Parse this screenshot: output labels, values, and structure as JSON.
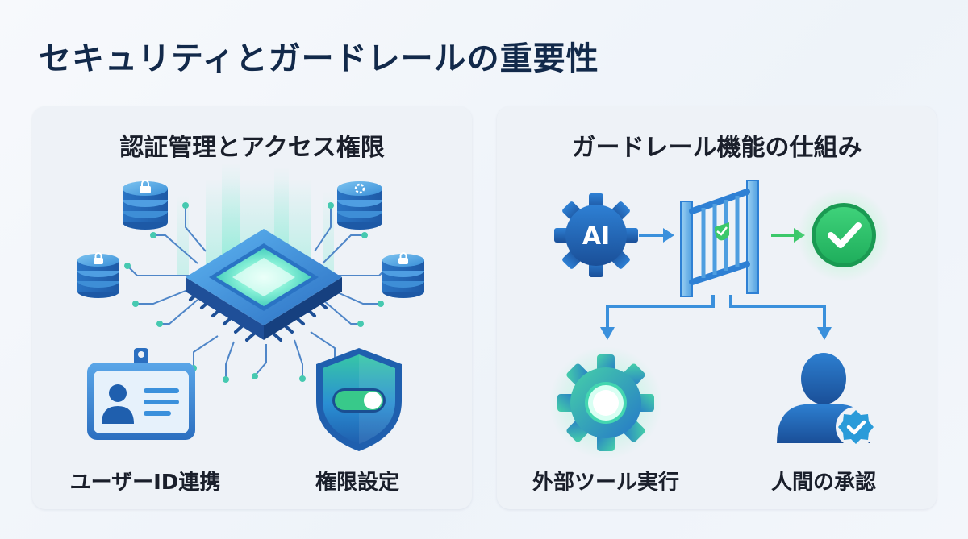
{
  "title": "セキュリティとガードレールの重要性",
  "left_panel": {
    "title": "認証管理とアクセス権限",
    "labels": {
      "user_id": "ユーザーID連携",
      "permission": "権限設定"
    }
  },
  "right_panel": {
    "title": "ガードレール機能の仕組み",
    "ai_label": "AI",
    "labels": {
      "external_tool": "外部ツール実行",
      "human_approval": "人間の承認"
    }
  },
  "colors": {
    "title": "#12294a",
    "blue_dark": "#1d5fae",
    "blue_mid": "#2f86d9",
    "teal": "#2bc4b4",
    "green": "#3cc86a",
    "green_light": "#7fe3a2"
  },
  "icons": [
    "database-lock-icon",
    "database-gear-icon",
    "cpu-chip-icon",
    "id-card-icon",
    "shield-toggle-icon",
    "ai-gear-icon",
    "guard-gate-icon",
    "check-circle-icon",
    "gear-icon",
    "user-verified-icon"
  ]
}
